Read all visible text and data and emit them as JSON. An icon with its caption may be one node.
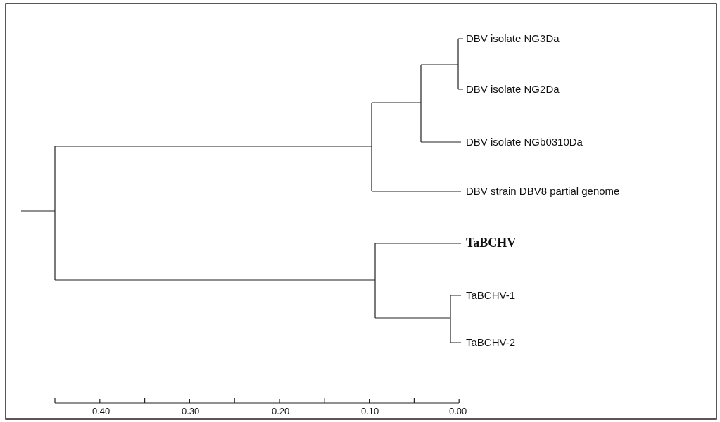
{
  "diagram": {
    "nodes": [
      {
        "text": [
          "DBV isolate NG3Da"
        ]
      },
      {
        "text": [
          "DBV isolate NG2Da"
        ]
      },
      {
        "text": [
          "DBV isolate NGb0310Da"
        ]
      },
      {
        "text": [
          "DBV strain DBV8 partial genome"
        ]
      },
      {
        "text": [
          "TaBCHV"
        ]
      },
      {
        "text": [
          "TaBCHV-1"
        ]
      },
      {
        "text": [
          "TaBCHV-2"
        ]
      }
    ],
    "labels": [
      "0.40",
      "0.30",
      "0.20",
      "0.10",
      "0.00"
    ]
  }
}
